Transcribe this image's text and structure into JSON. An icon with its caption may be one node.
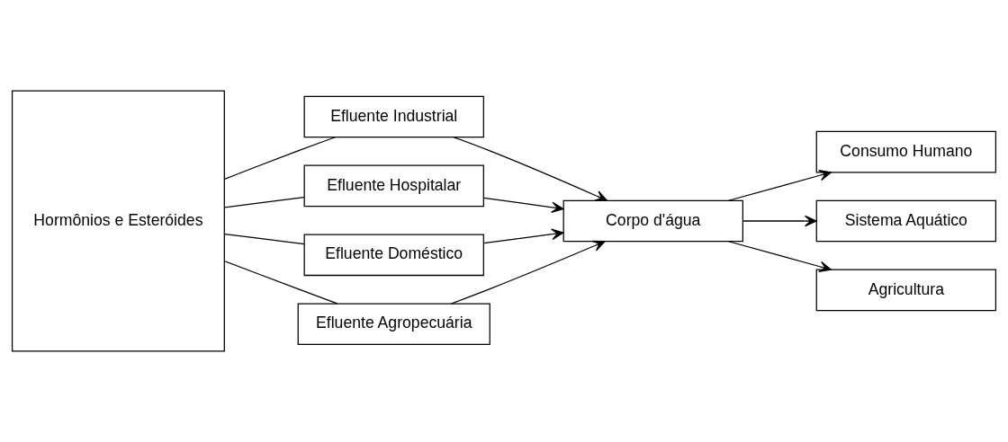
{
  "diagram": {
    "nodes": [
      {
        "text": [
          "Hormônios e Esteróides"
        ]
      },
      {
        "text": [
          "Efluente Industrial"
        ]
      },
      {
        "text": [
          "Efluente Hospitalar"
        ]
      },
      {
        "text": [
          "Efluente Doméstico"
        ]
      },
      {
        "text": [
          "Efluente Agropecuária"
        ]
      },
      {
        "text": [
          "Corpo d'água"
        ]
      },
      {
        "text": [
          "Consumo Humano"
        ]
      },
      {
        "text": [
          "Sistema Aquático"
        ]
      },
      {
        "text": [
          "Agricultura"
        ]
      }
    ],
    "edges": [
      {
        "from": 0,
        "to": 1,
        "arrow": "none"
      },
      {
        "from": 0,
        "to": 2,
        "arrow": "none"
      },
      {
        "from": 0,
        "to": 3,
        "arrow": "none"
      },
      {
        "from": 0,
        "to": 4,
        "arrow": "none"
      },
      {
        "from": 1,
        "to": 5,
        "arrow": "to"
      },
      {
        "from": 2,
        "to": 5,
        "arrow": "to"
      },
      {
        "from": 3,
        "to": 5,
        "arrow": "to"
      },
      {
        "from": 4,
        "to": 5,
        "arrow": "to"
      },
      {
        "from": 5,
        "to": 6,
        "arrow": "to"
      },
      {
        "from": 5,
        "to": 7,
        "arrow": "to"
      },
      {
        "from": 5,
        "to": 8,
        "arrow": "to"
      }
    ]
  }
}
